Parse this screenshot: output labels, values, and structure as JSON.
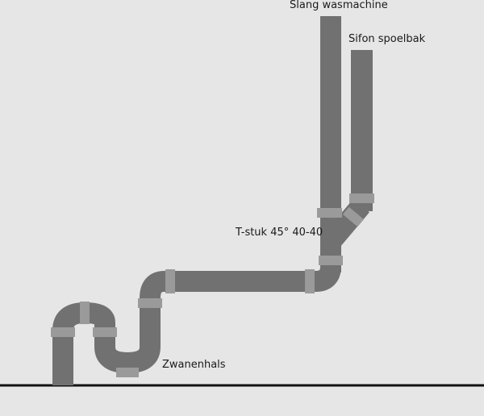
{
  "labels": {
    "washer_hose": "Slang wasmachine",
    "sink_trap": "Sifon spoelbak",
    "tee_piece": "T-stuk 45° 40-40",
    "gooseneck": "Zwanenhals"
  },
  "colors": {
    "background": "#e6e6e6",
    "pipe": "#717171",
    "joint": "#9a9a9a",
    "floor": "#111111"
  }
}
